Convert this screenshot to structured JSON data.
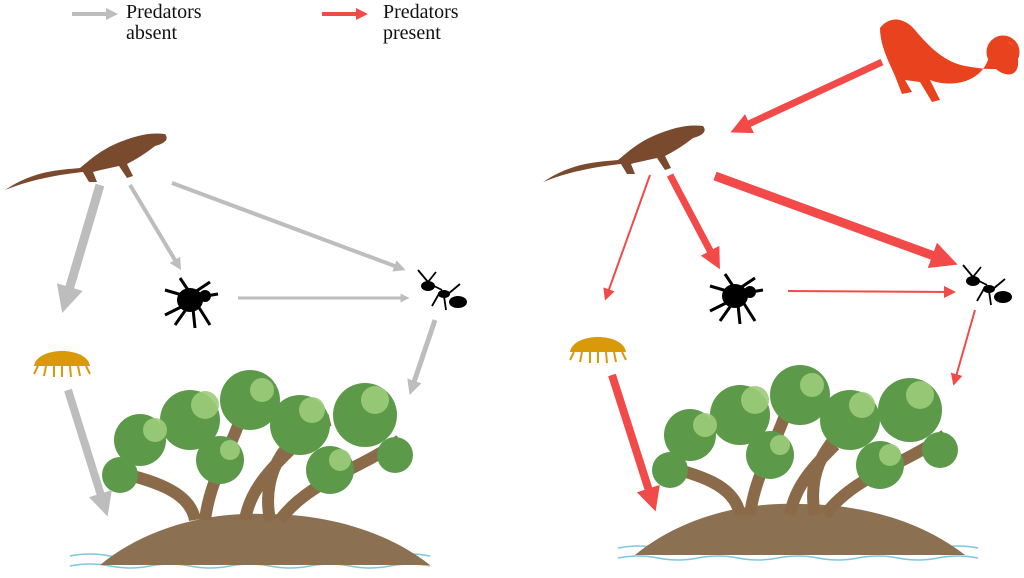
{
  "legend": {
    "absent": {
      "line1": "Predators",
      "line2": "absent",
      "color": "#bdbdbd"
    },
    "present": {
      "line1": "Predators",
      "line2": "present",
      "color": "#f24a48"
    }
  },
  "colors": {
    "lizard": "#7a4a2e",
    "predator_lizard": "#e8421e",
    "isopod": "#d99a0a",
    "island": "#8b7052",
    "water": "#7cc6e0",
    "leaf_dark": "#5c9a4a",
    "leaf_light": "#9ccc7a",
    "branch": "#8b6a4a"
  }
}
